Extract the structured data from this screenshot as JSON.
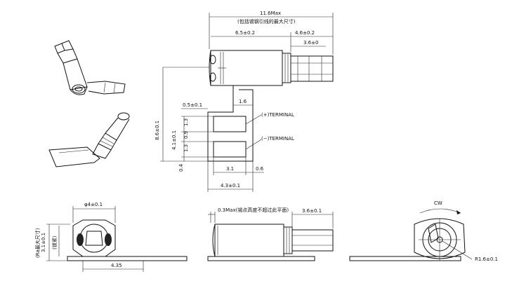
{
  "dimensions": {
    "overall_length": "11.6Max",
    "overall_note": "(包括锡钢引线的最大尺寸)",
    "motor_body": "6.5±0.2",
    "weight_part": "4.6±0.2",
    "weight_len": "3.6±0",
    "tab_offset": "0.5±0.1",
    "height_total": "8.6±0.1",
    "terminal_gap": "1.6",
    "pad_height": "4.1±0.1",
    "pad1": "1.3",
    "pad2": "0.9",
    "pad3": "1.3",
    "bottom_pad": "0.4",
    "pad_width": "3.1",
    "pad_margin": "0.6",
    "base_width": "4.3±0.1",
    "diameter": "φ4±0.1",
    "tab_side": "3.1±0.1",
    "side_label_1": "(Ra最大尺寸)",
    "side_label_2": "(锁紧)",
    "base_offset": "4.35",
    "lead_note": "0.3Max(锡点高度不超过此平面)",
    "weight_len_2": "3.6±0.1",
    "rotation": "CW",
    "radius": "R1.6±0.1"
  },
  "labels": {
    "terminal_pos": "(+)TERMINAL",
    "terminal_neg": "(−)TERMINAL"
  }
}
